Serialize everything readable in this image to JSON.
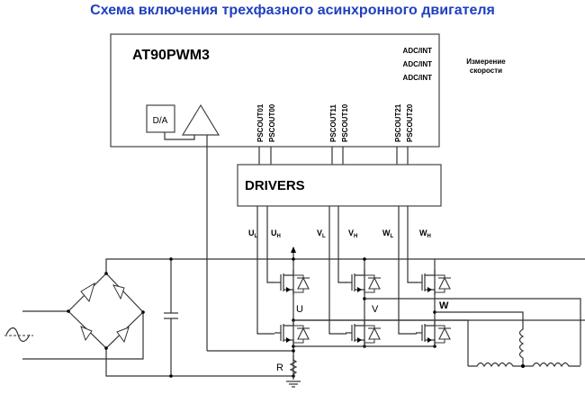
{
  "title": "Схема включения трехфазного асинхронного двигателя",
  "mcu": {
    "name": "AT90PWM3",
    "adc_labels": [
      "ADC/INT",
      "ADC/INT",
      "ADC/INT"
    ],
    "da_label": "D/A",
    "psc_labels": [
      "PSCOUT01",
      "PSCOUT00",
      "PSCOUT11",
      "PSCOUT10",
      "PSCOUT21",
      "PSCOUT20"
    ]
  },
  "speed_label": [
    "Измерение",
    "скорости"
  ],
  "drivers": {
    "name": "DRIVERS",
    "outputs": [
      {
        "main": "U",
        "sub": "L"
      },
      {
        "main": "U",
        "sub": "H"
      },
      {
        "main": "V",
        "sub": "L"
      },
      {
        "main": "V",
        "sub": "H"
      },
      {
        "main": "W",
        "sub": "L"
      },
      {
        "main": "W",
        "sub": "H"
      }
    ]
  },
  "phases": [
    "U",
    "V",
    "W"
  ],
  "resistor_label": "R",
  "colors": {
    "title": "#1f3fbf",
    "wire": "#333333"
  }
}
